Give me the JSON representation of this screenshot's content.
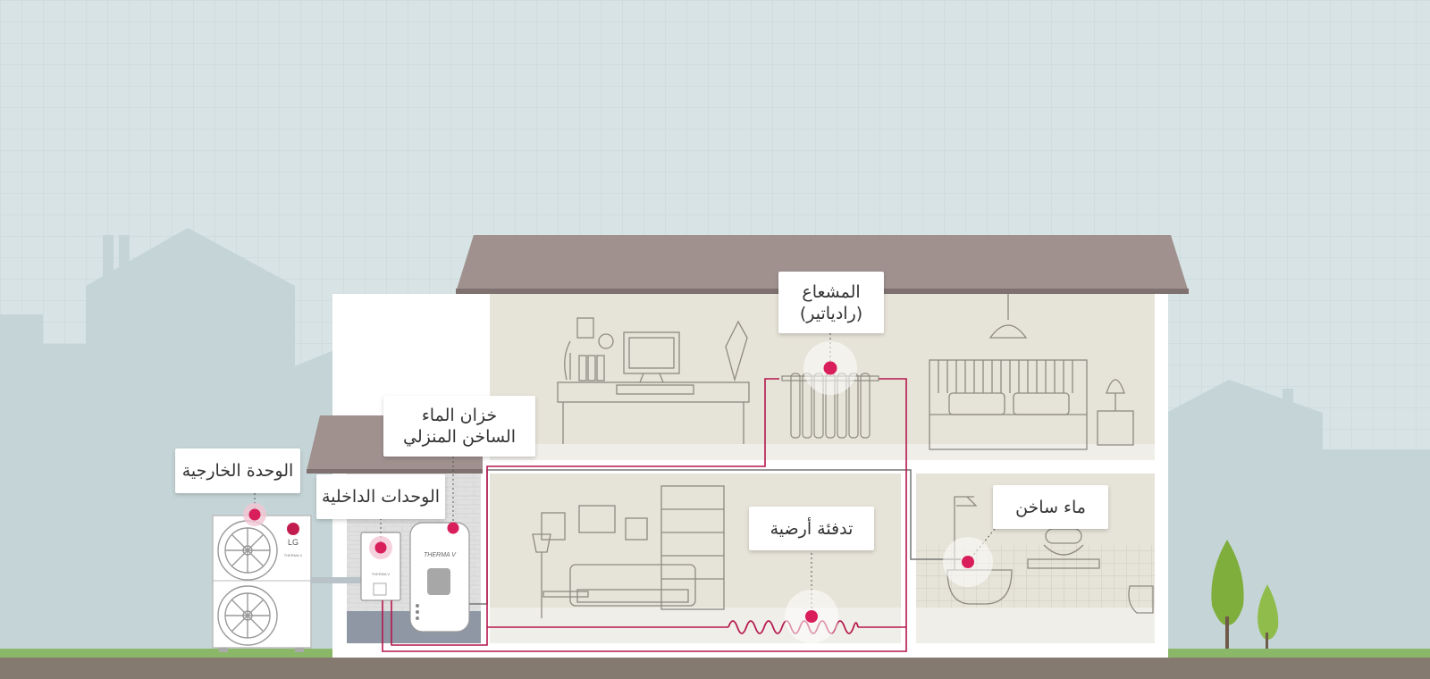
{
  "labels": {
    "outdoor_unit": "الوحدة الخارجية",
    "indoor_units": "الوحدات الداخلية",
    "water_tank": "خزان الماء\nالساخن المنزلي",
    "radiator": "المشعاع\n(رادياتير)",
    "floor_heating": "تدفئة أرضية",
    "hot_water": "ماء ساخن"
  },
  "brand": {
    "logo": "LG",
    "product": "THERMA V"
  },
  "colors": {
    "sky": "#d7e3e4",
    "roof": "#a0918f",
    "wall_white": "#ffffff",
    "room": "#e6e3d8",
    "pipe": "#b5174f",
    "marker": "#d81e5b",
    "grass": "#8ab868",
    "ground": "#857a6f",
    "tree": "#7fae3c"
  },
  "icons": [
    "fan-icon",
    "radiator-icon",
    "lamp-icon",
    "bed-icon",
    "bathtub-icon",
    "shower-icon",
    "tree-icon"
  ]
}
